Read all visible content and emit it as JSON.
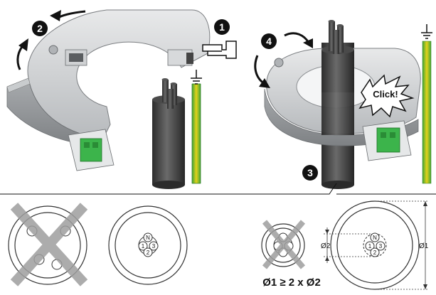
{
  "steps": {
    "step1": "1",
    "step2": "2",
    "step3": "3",
    "step4": "4"
  },
  "click_text": "Click!",
  "conductors": {
    "n": "N",
    "l1": "1",
    "l2": "2",
    "l3": "3"
  },
  "dimensions": {
    "d1": "Ø1",
    "d2": "Ø2",
    "formula": "Ø1 ≥ 2 x Ø2"
  },
  "icons": {
    "ground": "ground-symbol-icon",
    "hand": "pointing-hand-icon",
    "cross": "incorrect-cross-icon"
  },
  "colors": {
    "earth_green": "#3fa535",
    "earth_yellow": "#e3d21a",
    "cable_dark": "#3c3c3c",
    "sensor_body": "#d4d6d8",
    "terminal_green": "#3cb44b"
  }
}
